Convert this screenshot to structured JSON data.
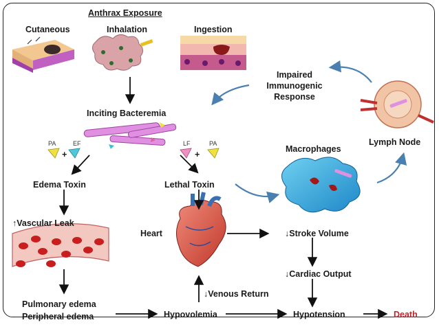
{
  "header": {
    "title": "Anthrax Exposure"
  },
  "exposure": {
    "cutaneous": "Cutaneous",
    "inhalation": "Inhalation",
    "ingestion": "Ingestion"
  },
  "bacteremia": "Inciting Bacteremia",
  "toxin_parts": {
    "pa_left": "PA",
    "ef": "EF",
    "lf": "LF",
    "pa_right": "PA",
    "plus": "+"
  },
  "toxins": {
    "edema": "Edema Toxin",
    "lethal": "Lethal Toxin"
  },
  "immune": {
    "impaired_line1": "Impaired",
    "impaired_line2": "Immunogenic",
    "impaired_line3": "Response",
    "lymph_node": "Lymph Node",
    "macrophages": "Macrophages"
  },
  "vascular": {
    "leak": "Vascular Leak",
    "pulmonary": "Pulmonary edema",
    "peripheral": "Peripheral edema"
  },
  "cardio": {
    "heart": "Heart",
    "stroke_volume": "Stroke Volume",
    "cardiac_output": "Cardiac Output",
    "venous_return": "Venous Return",
    "hypovolemia": "Hypovolemia",
    "hypotension": "Hypotension",
    "death": "Death"
  },
  "arrows": {
    "up": "↑",
    "down": "↓"
  },
  "colors": {
    "death": "#c0262d",
    "curved_arrow": "#4a7fb0",
    "text": "#1a1a1a"
  }
}
